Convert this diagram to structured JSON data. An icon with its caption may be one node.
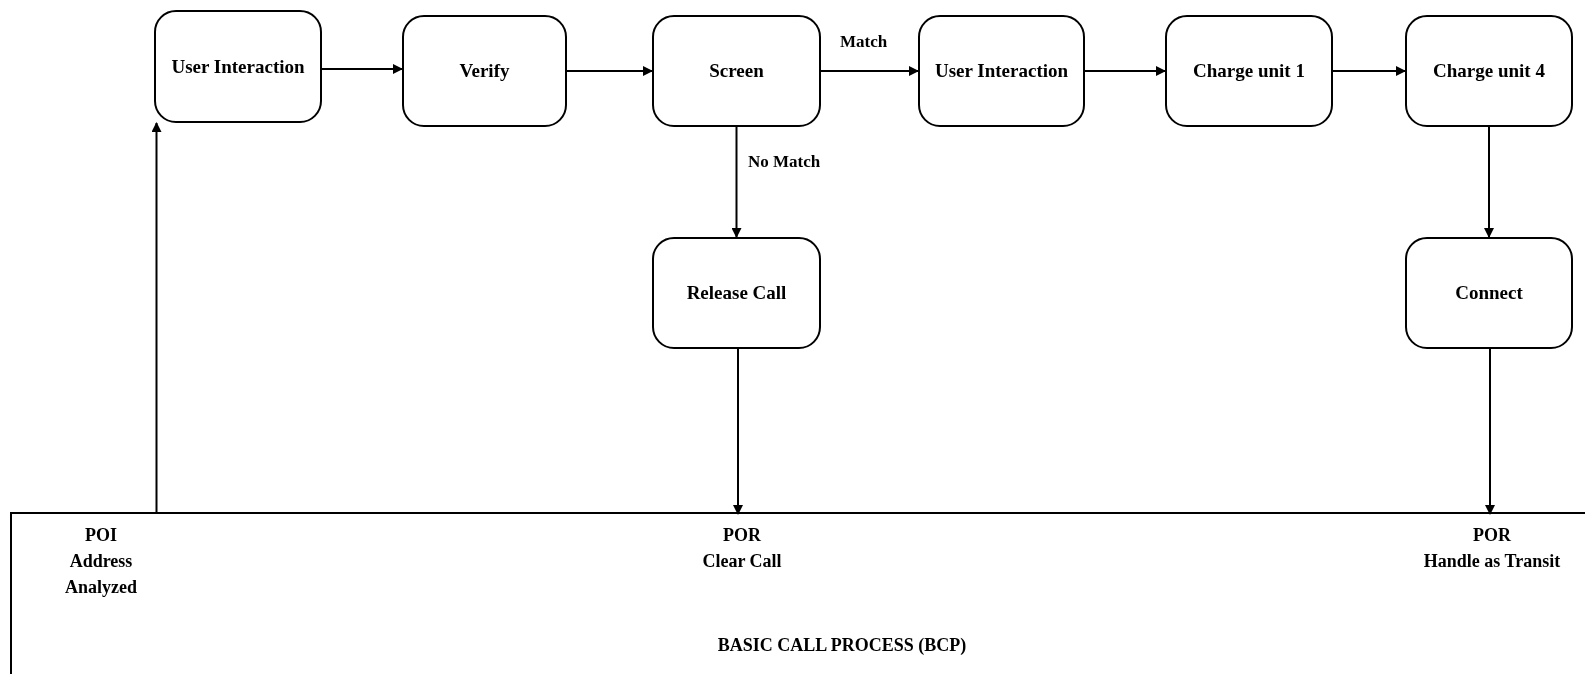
{
  "diagram": {
    "nodes": [
      {
        "text": [
          "BASIC CALL PROCESS (BCP)"
        ]
      },
      {
        "text": [
          "POI",
          "Address Analyzed"
        ],
        "in": 0
      },
      {
        "text": [
          "POR",
          "Clear Call"
        ],
        "in": 0
      },
      {
        "text": [
          "POR",
          "Handle as Transit"
        ],
        "in": 0
      },
      {
        "text": [
          "User Interaction"
        ]
      },
      {
        "text": [
          "Verify"
        ]
      },
      {
        "text": [
          "Screen"
        ]
      },
      {
        "text": [
          "User Interaction"
        ]
      },
      {
        "text": [
          "Charge unit 1"
        ]
      },
      {
        "text": [
          "Charge unit 4"
        ]
      },
      {
        "text": [
          "Release Call"
        ]
      },
      {
        "text": [
          "Connect"
        ]
      }
    ],
    "edges": [
      {
        "from": 1,
        "to": 4,
        "arrow": "to"
      },
      {
        "from": 4,
        "to": 5,
        "arrow": "to"
      },
      {
        "from": 5,
        "to": 6,
        "arrow": "to"
      },
      {
        "from": 6,
        "to": 7,
        "arrow": "to",
        "label": "Match"
      },
      {
        "from": 7,
        "to": 8,
        "arrow": "to"
      },
      {
        "from": 8,
        "to": 9,
        "arrow": "to"
      },
      {
        "from": 6,
        "to": 10,
        "arrow": "to",
        "label": "No Match"
      },
      {
        "from": 10,
        "to": 2,
        "arrow": "to"
      },
      {
        "from": 9,
        "to": 11,
        "arrow": "to"
      },
      {
        "from": 11,
        "to": 3,
        "arrow": "to"
      }
    ]
  }
}
